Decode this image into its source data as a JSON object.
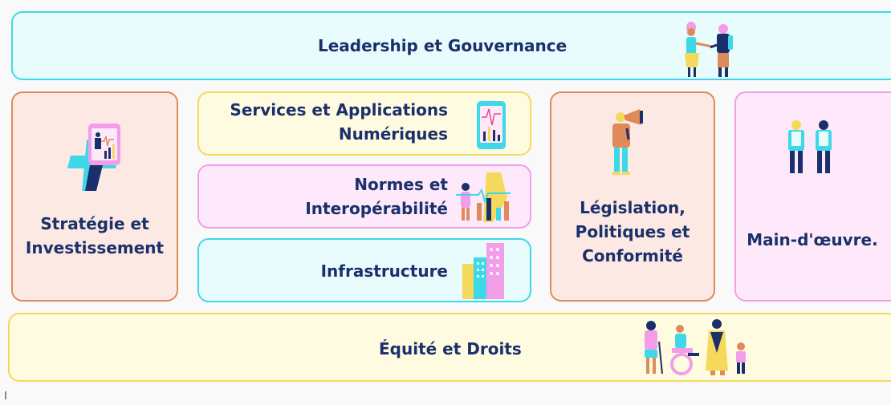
{
  "diagram": {
    "leadership": {
      "label": "Leadership et Gouvernance",
      "icon": "handshake-people-icon"
    },
    "strategy": {
      "label_line1": "Stratégie et",
      "label_line2": "Investissement",
      "icon": "health-phone-icon"
    },
    "services": {
      "label_line1": "Services et Applications",
      "label_line2": "Numériques",
      "icon": "mobile-heartbeat-icon"
    },
    "norms": {
      "label_line1": "Normes et",
      "label_line2": "Interopérabilité",
      "icon": "people-charts-icon"
    },
    "infrastructure": {
      "label": "Infrastructure",
      "icon": "buildings-icon"
    },
    "legislation": {
      "label_line1": "Législation,",
      "label_line2": "Politiques et",
      "label_line3": "Conformité",
      "icon": "megaphone-person-icon"
    },
    "workforce": {
      "label": "Main-d'œuvre.",
      "icon": "health-workers-icon"
    },
    "equity": {
      "label": "Équité et Droits",
      "icon": "diverse-people-icon"
    }
  },
  "colors": {
    "text": "#1a2f6b",
    "cyan": "#3fd8e8",
    "yellow": "#f5d95c",
    "pink": "#f29de8",
    "orange": "#e08a5a"
  }
}
